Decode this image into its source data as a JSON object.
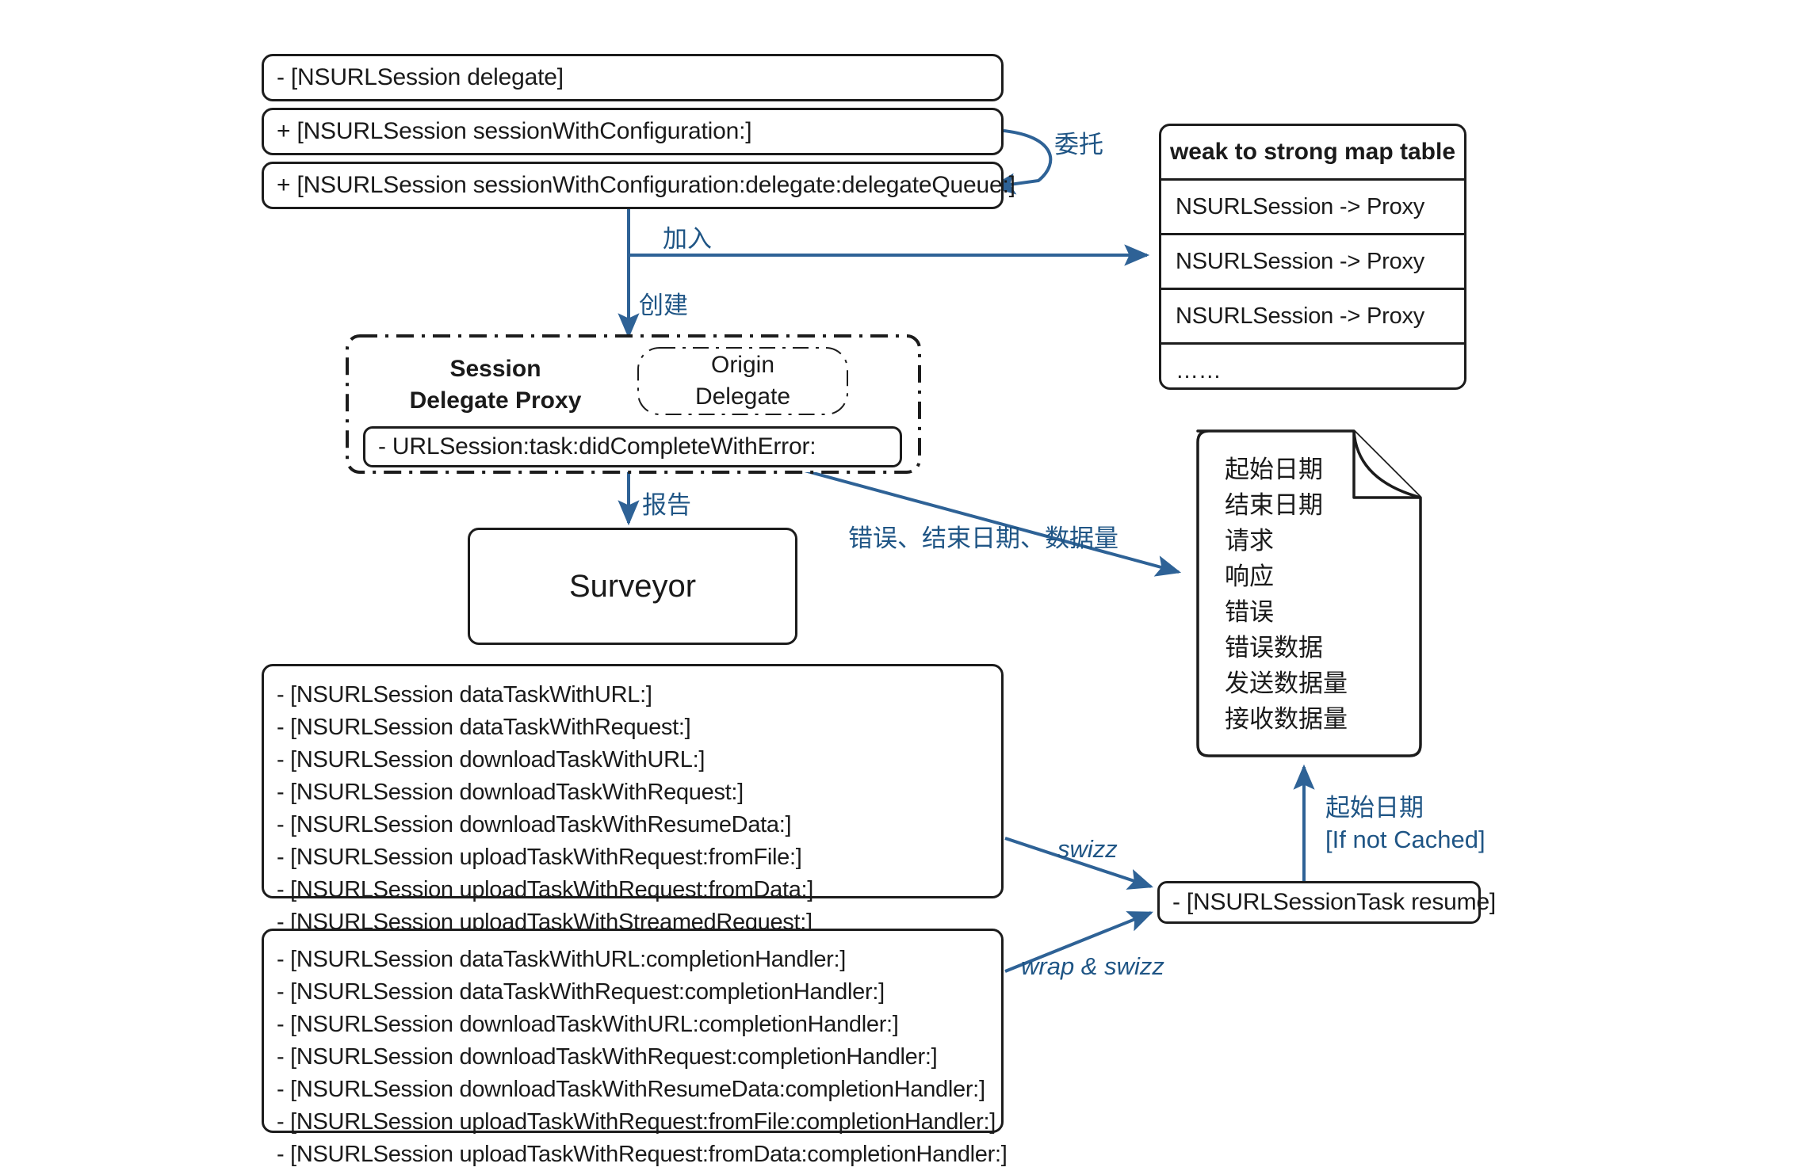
{
  "colors": {
    "stroke": "#1c1c1c",
    "accent_blue": "#1f5585",
    "arrow_blue": "#2e6296",
    "background": "#ffffff"
  },
  "api_boxes": [
    {
      "label": "- [NSURLSession delegate]"
    },
    {
      "label": "+ [NSURLSession sessionWithConfiguration:]"
    },
    {
      "label": "+ [NSURLSession sessionWithConfiguration:delegate:delegateQueue:]"
    }
  ],
  "map_table": {
    "title": "weak to strong map table",
    "rows": [
      "NSURLSession -> Proxy",
      "NSURLSession -> Proxy",
      "NSURLSession -> Proxy",
      "……"
    ]
  },
  "proxy": {
    "title": "Session\nDelegate Proxy",
    "origin_delegate": "Origin\nDelegate",
    "method": "- URLSession:task:didCompleteWithError:"
  },
  "surveyor": {
    "label": "Surveyor"
  },
  "note": {
    "lines": "起始日期\n结束日期\n请求\n响应\n错误\n错误数据\n发送数据量\n接收数据量"
  },
  "task_methods": {
    "items": [
      "- [NSURLSession dataTaskWithURL:]",
      "- [NSURLSession dataTaskWithRequest:]",
      "- [NSURLSession downloadTaskWithURL:]",
      "- [NSURLSession downloadTaskWithRequest:]",
      "- [NSURLSession downloadTaskWithResumeData:]",
      "- [NSURLSession uploadTaskWithRequest:fromFile:]",
      "- [NSURLSession uploadTaskWithRequest:fromData:]",
      "- [NSURLSession uploadTaskWithStreamedRequest:]"
    ]
  },
  "handler_methods": {
    "items": [
      "- [NSURLSession dataTaskWithURL:completionHandler:]",
      "- [NSURLSession dataTaskWithRequest:completionHandler:]",
      "- [NSURLSession downloadTaskWithURL:completionHandler:]",
      "- [NSURLSession downloadTaskWithRequest:completionHandler:]",
      "- [NSURLSession downloadTaskWithResumeData:completionHandler:]",
      "- [NSURLSession uploadTaskWithRequest:fromFile:completionHandler:]",
      "- [NSURLSession uploadTaskWithRequest:fromData:completionHandler:]"
    ]
  },
  "resume_box": {
    "label": "- [NSURLSessionTask resume]"
  },
  "edge_labels": {
    "delegate": "委托",
    "join": "加入",
    "create": "创建",
    "report": "报告",
    "error_end_data": "错误、结束日期、数据量",
    "swizz": "swizz",
    "wrap_swizz": "wrap & swizz",
    "start_date_if_not_cached": "起始日期\n[If not Cached]"
  }
}
